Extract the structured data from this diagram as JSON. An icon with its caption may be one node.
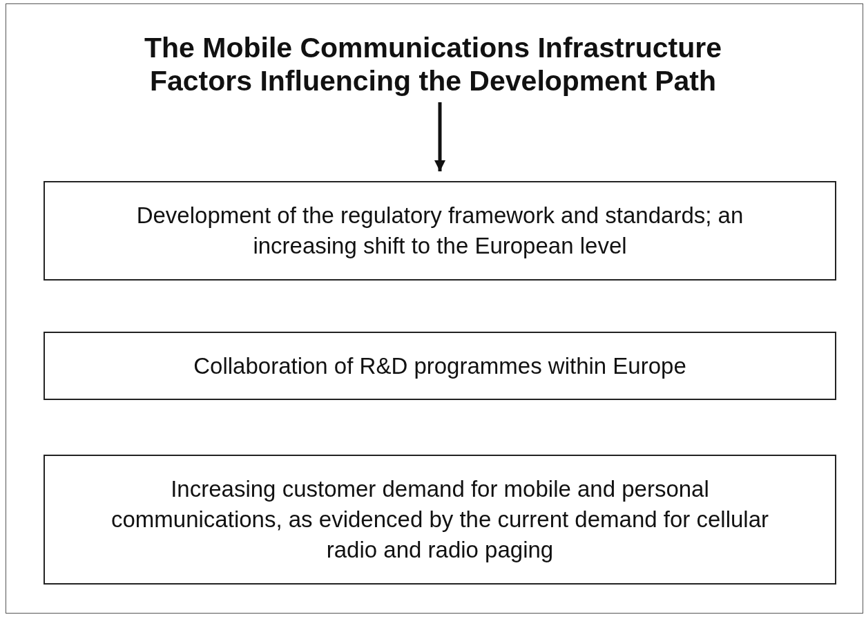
{
  "diagram": {
    "nodes": [
      {
        "text": [
          "The Mobile Communications Infrastructure Factors Influencing the Development Path"
        ]
      },
      {
        "text": [
          "Development of the regulatory framework and standards; an increasing shift to the European level"
        ]
      },
      {
        "text": [
          "Collaboration of R&D programmes within Europe"
        ]
      },
      {
        "text": [
          "Increasing customer demand for mobile and personal communications, as evidenced by the current demand for cellular radio and radio paging"
        ]
      }
    ],
    "edges": [
      {
        "from": 0,
        "to": 1,
        "arrow": "to"
      }
    ]
  }
}
